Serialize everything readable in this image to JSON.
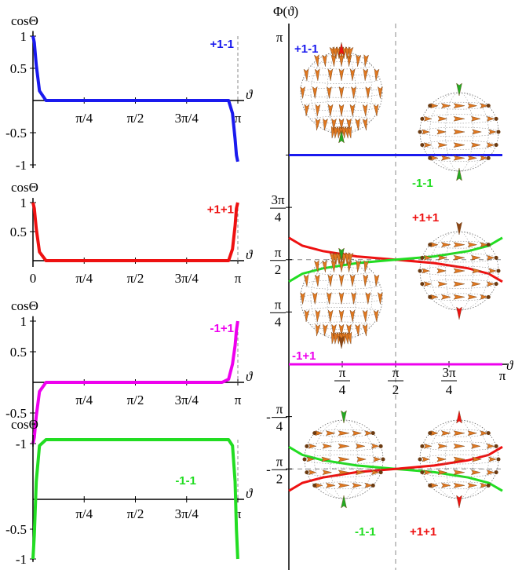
{
  "colors": {
    "blue": "#1a1aee",
    "red": "#ee1111",
    "magenta": "#ee00ee",
    "green": "#22dd22",
    "orange": "#e07820",
    "dark": "#6b3a10"
  },
  "chart_data": [
    {
      "type": "line",
      "ylabel": "cosΘ",
      "xlabel": "ϑ",
      "legend": "+1-1",
      "color": "#1a1aee",
      "xticks": [
        "π/4",
        "π/2",
        "3π/4",
        "π"
      ],
      "yticks": [
        "1",
        "0.5",
        "-0.5",
        "-1"
      ],
      "series": [
        {
          "name": "+1-1",
          "x": [
            0,
            0.02,
            0.05,
            0.1,
            0.2,
            1.0,
            2.0,
            3.0,
            3.06,
            3.1,
            3.12,
            3.14
          ],
          "y": [
            1,
            0.9,
            0.55,
            0.15,
            0,
            0,
            0,
            0,
            -0.2,
            -0.6,
            -0.85,
            -0.95
          ]
        }
      ]
    },
    {
      "type": "line",
      "ylabel": "cosΘ",
      "xlabel": "ϑ",
      "legend": "+1+1",
      "color": "#ee1111",
      "origin_label": "0",
      "xticks": [
        "π/4",
        "π/2",
        "3π/4",
        "π"
      ],
      "yticks": [
        "1",
        "0.5"
      ],
      "series": [
        {
          "name": "+1+1",
          "x": [
            0,
            0.02,
            0.05,
            0.1,
            0.2,
            1.0,
            2.0,
            3.0,
            3.06,
            3.1,
            3.12,
            3.14
          ],
          "y": [
            1,
            0.9,
            0.55,
            0.15,
            0,
            0,
            0,
            0,
            0.2,
            0.6,
            0.9,
            1
          ]
        }
      ]
    },
    {
      "type": "line",
      "ylabel": "cosΘ",
      "xlabel": "ϑ",
      "legend": "-1+1",
      "color": "#ee00ee",
      "xticks": [
        "π/4",
        "π/2",
        "3π/4",
        "π"
      ],
      "yticks": [
        "1",
        "0.5",
        "-0.5",
        "-1"
      ],
      "series": [
        {
          "name": "-1+1",
          "x": [
            0,
            0.02,
            0.05,
            0.1,
            0.2,
            1.0,
            2.0,
            2.9,
            3.0,
            3.06,
            3.1,
            3.12,
            3.14
          ],
          "y": [
            -1,
            -0.9,
            -0.55,
            -0.15,
            0,
            0,
            0,
            0,
            0.05,
            0.3,
            0.6,
            0.85,
            1
          ]
        }
      ]
    },
    {
      "type": "line",
      "ylabel": "cosΘ",
      "xlabel": "ϑ",
      "legend": "-1-1",
      "color": "#22dd22",
      "xticks": [
        "π/4",
        "π/2",
        "3π/4",
        "π"
      ],
      "yticks": [
        "-0.5",
        "-1"
      ],
      "series": [
        {
          "name": "-1-1",
          "x": [
            0,
            0.02,
            0.05,
            0.1,
            0.2,
            1.0,
            2.0,
            3.0,
            3.06,
            3.1,
            3.12,
            3.14
          ],
          "y": [
            -1,
            -0.6,
            0.3,
            0.9,
            1,
            1,
            1,
            1,
            0.9,
            0.3,
            -0.5,
            -1
          ]
        }
      ]
    },
    {
      "type": "line",
      "ylabel": "Φ(ϑ)",
      "xlabel": "ϑ",
      "xticks": [
        "π/4",
        "π/2",
        "3π/4",
        "π"
      ],
      "yticks": [
        "π",
        "3π/4",
        "π/2",
        "π/4",
        "-π/4",
        "-π/2"
      ],
      "series": [
        {
          "name": "+1-1",
          "color": "#1a1aee",
          "x": [
            0,
            3.14159
          ],
          "y": [
            3.14159,
            3.14159
          ]
        },
        {
          "name": "-1+1",
          "color": "#ee00ee",
          "x": [
            0,
            3.14159
          ],
          "y": [
            0,
            0
          ]
        },
        {
          "name": "red-upper",
          "color": "#ee1111",
          "x": [
            0,
            0.2,
            0.5,
            1.0,
            1.5708,
            2.14,
            2.64,
            2.94,
            3.14159
          ],
          "y": [
            1.9,
            1.78,
            1.7,
            1.62,
            1.5708,
            1.52,
            1.44,
            1.36,
            1.24
          ]
        },
        {
          "name": "green-upper",
          "color": "#22dd22",
          "x": [
            0,
            0.2,
            0.5,
            1.0,
            1.5708,
            2.14,
            2.64,
            2.94,
            3.14159
          ],
          "y": [
            1.24,
            1.36,
            1.44,
            1.52,
            1.5708,
            1.62,
            1.7,
            1.78,
            1.9
          ]
        },
        {
          "name": "green-lower",
          "color": "#22dd22",
          "x": [
            0,
            0.2,
            0.5,
            1.0,
            1.5708,
            2.14,
            2.64,
            2.94,
            3.14159
          ],
          "y": [
            -1.24,
            -1.36,
            -1.44,
            -1.52,
            -1.5708,
            -1.62,
            -1.7,
            -1.78,
            -1.9
          ]
        },
        {
          "name": "red-lower",
          "color": "#ee1111",
          "x": [
            0,
            0.2,
            0.5,
            1.0,
            1.5708,
            2.14,
            2.64,
            2.94,
            3.14159
          ],
          "y": [
            -1.9,
            -1.78,
            -1.7,
            -1.62,
            -1.5708,
            -1.52,
            -1.44,
            -1.36,
            -1.24
          ]
        }
      ],
      "labels": {
        "pp_top": "+1-1",
        "gg_mid": "-1-1",
        "rr_mid": "+1+1",
        "mp_bot": "-1+1",
        "gg_low": "-1-1",
        "rr_low": "+1+1"
      }
    }
  ]
}
